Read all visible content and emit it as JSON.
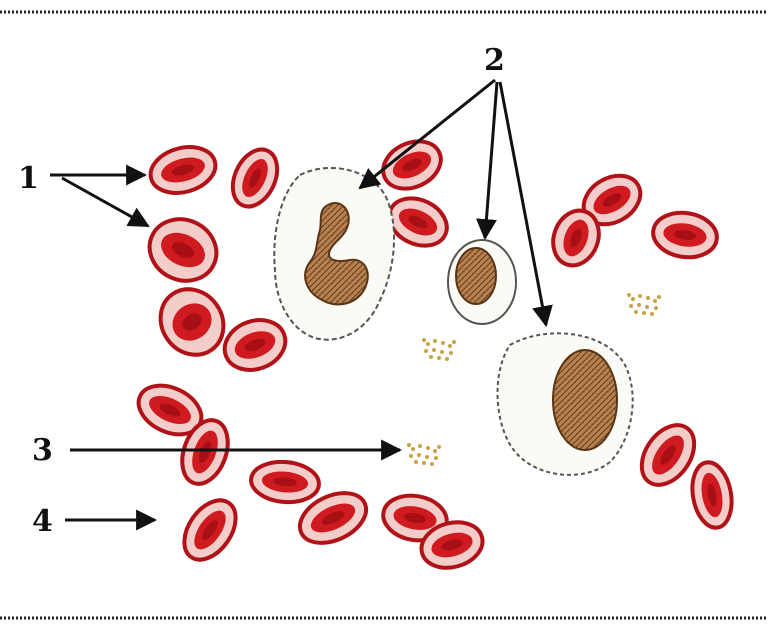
{
  "labels": [
    "1",
    "2",
    "3",
    "4"
  ],
  "colors": {
    "background": "#ffffff",
    "border": "#222222",
    "rbc_rim": "#c0141a",
    "rbc_center": "#d6262b",
    "rbc_pale": "#f4c9c6",
    "nucleus": "#a87648",
    "nucleus_dark": "#6b3f1e",
    "platelet": "#c9a24a",
    "leukocyte_outline": "#5a5a5a",
    "arrow": "#111111"
  }
}
